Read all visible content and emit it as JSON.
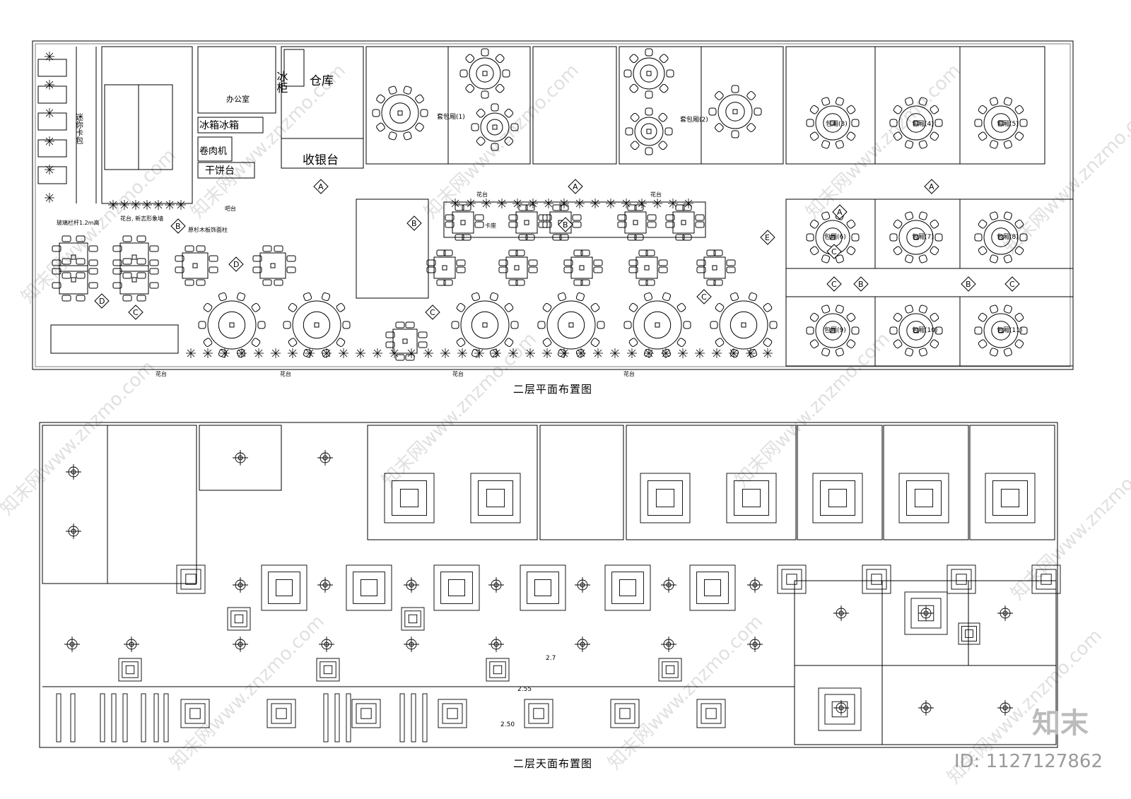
{
  "plan1": {
    "caption": "二层平面布置图",
    "labels": {
      "mini_booth": "迷你卡包",
      "office": "办公室",
      "freezer": "冰柜",
      "warehouse": "仓库",
      "fridge": "冰箱冰箱",
      "meat_slicer": "卷肉机",
      "pancake": "干饼台",
      "cashier": "收银台",
      "suite1": "套包厢(1)",
      "suite2": "套包厢(2)",
      "rooms": [
        "包厢(3)",
        "包厢(4)",
        "包厢(5)",
        "包厢(6)",
        "包厢(7)",
        "包厢(8)",
        "包厢(9)",
        "包厢(10)",
        "包厢(11)"
      ],
      "planter": "花台",
      "planter_note": "花台, 新志形象墙",
      "column_note": "原杉木板饰面柱",
      "railing_note": "玻璃栏杆1.2m高",
      "booth": "卡座",
      "bar": "吧台"
    },
    "markers": [
      "A",
      "B",
      "C",
      "D",
      "E"
    ]
  },
  "plan2": {
    "caption": "二层天面布置图",
    "heights": [
      "2.55",
      "2.7",
      "2.50"
    ]
  },
  "watermark": {
    "site": "知末网www.znzmo.com",
    "logo": "知末",
    "id": "ID: 1127127862"
  }
}
